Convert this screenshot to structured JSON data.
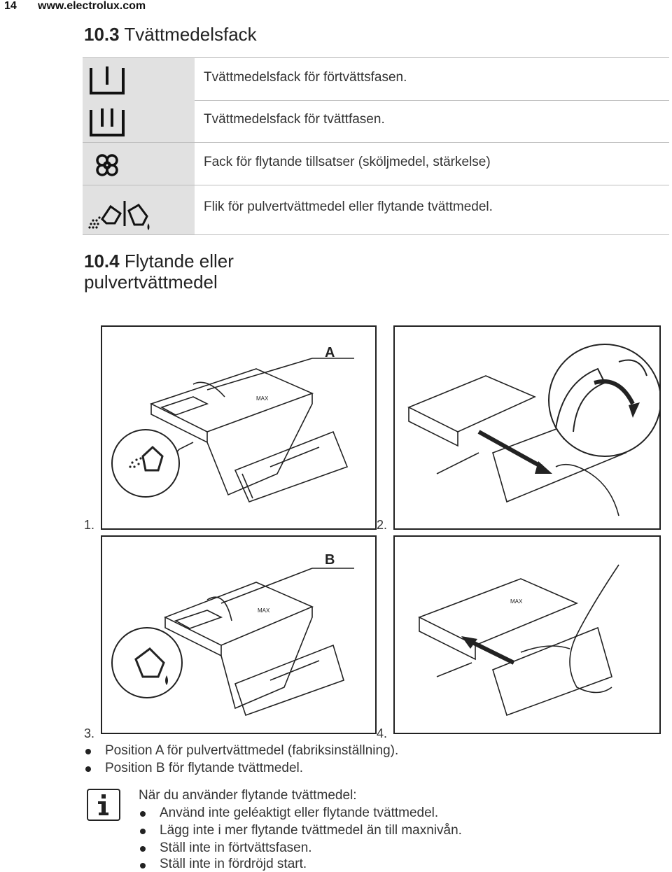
{
  "header": {
    "page_number": "14",
    "url": "www.electrolux.com"
  },
  "section_103": {
    "number": "10.3",
    "title": "Tvättmedelsfack"
  },
  "compartments": [
    {
      "icon": "prewash-compartment-icon",
      "text": "Tvättmedelsfack för förtvättsfasen."
    },
    {
      "icon": "main-wash-compartment-icon",
      "text": "Tvättmedelsfack för tvättfasen."
    },
    {
      "icon": "flower-softener-icon",
      "text": "Fack för flytande tillsatser (sköljmedel, stärkelse)"
    },
    {
      "icon": "powder-liquid-flap-icon",
      "text": "Flik för pulvertvättmedel eller flytande tvättmedel."
    }
  ],
  "section_104": {
    "number": "10.4",
    "title_line1": "Flytande eller",
    "title_line2": "pulvertvättmedel"
  },
  "figures": [
    {
      "label": "1.",
      "letter": "A"
    },
    {
      "label": "2."
    },
    {
      "label": "3.",
      "letter": "B"
    },
    {
      "label": "4."
    }
  ],
  "drawer_marks": {
    "max": "MAX"
  },
  "positions": [
    {
      "letter": "A",
      "text": "Position A för pulvertvättmedel (fabriksinställning)."
    },
    {
      "letter": "B",
      "text": "Position B för flytande tvättmedel."
    }
  ],
  "note": {
    "icon": "info-icon",
    "heading": "När du använder flytande tvättmedel:",
    "items": [
      "Använd inte geléaktigt eller flytande tvättmedel.",
      "Lägg inte i mer flytande tvättmedel än till maxnivån.",
      "Ställ inte in förtvättsfasen.",
      "Ställ inte in fördröjd start."
    ]
  }
}
